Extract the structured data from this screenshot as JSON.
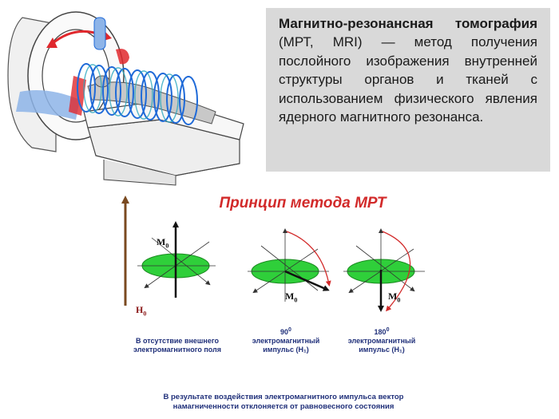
{
  "info": {
    "term": "Магнитно-резонансная томография",
    "definition": "(МРТ, MRI) — метод получения послойного изображения внутренней структуры органов и тканей с использованием физического явления ядерного магнитного резонанса."
  },
  "diagram": {
    "title": "Принцип метода МРТ",
    "field_label": "H",
    "field_sub": "0",
    "magnetization_label": "M",
    "magnetization_sub": "0",
    "panels": [
      {
        "caption_lines": [
          "В отсутствие внешнего",
          "электромагнитного поля"
        ]
      },
      {
        "angle": "90",
        "angle_sup": "0",
        "caption_lines": [
          "электромагнитный",
          "импульс (H₁)"
        ]
      },
      {
        "angle": "180",
        "angle_sup": "0",
        "caption_lines": [
          "электромагнитный",
          "импульс (H₁)"
        ]
      }
    ],
    "footer_lines": [
      "В результате воздействия электромагнитного импульса вектор",
      "намагниченности отклоняется от равновесного состояния"
    ]
  },
  "colors": {
    "title_red": "#d22a2a",
    "caption_blue": "#20307a",
    "disk_green": "#2fcf3a",
    "field_arrow": "#7a4a20",
    "coil_blue": "#1f6ad8",
    "rf_red": "#e0282d",
    "panel_gray": "#d9d9d9"
  }
}
